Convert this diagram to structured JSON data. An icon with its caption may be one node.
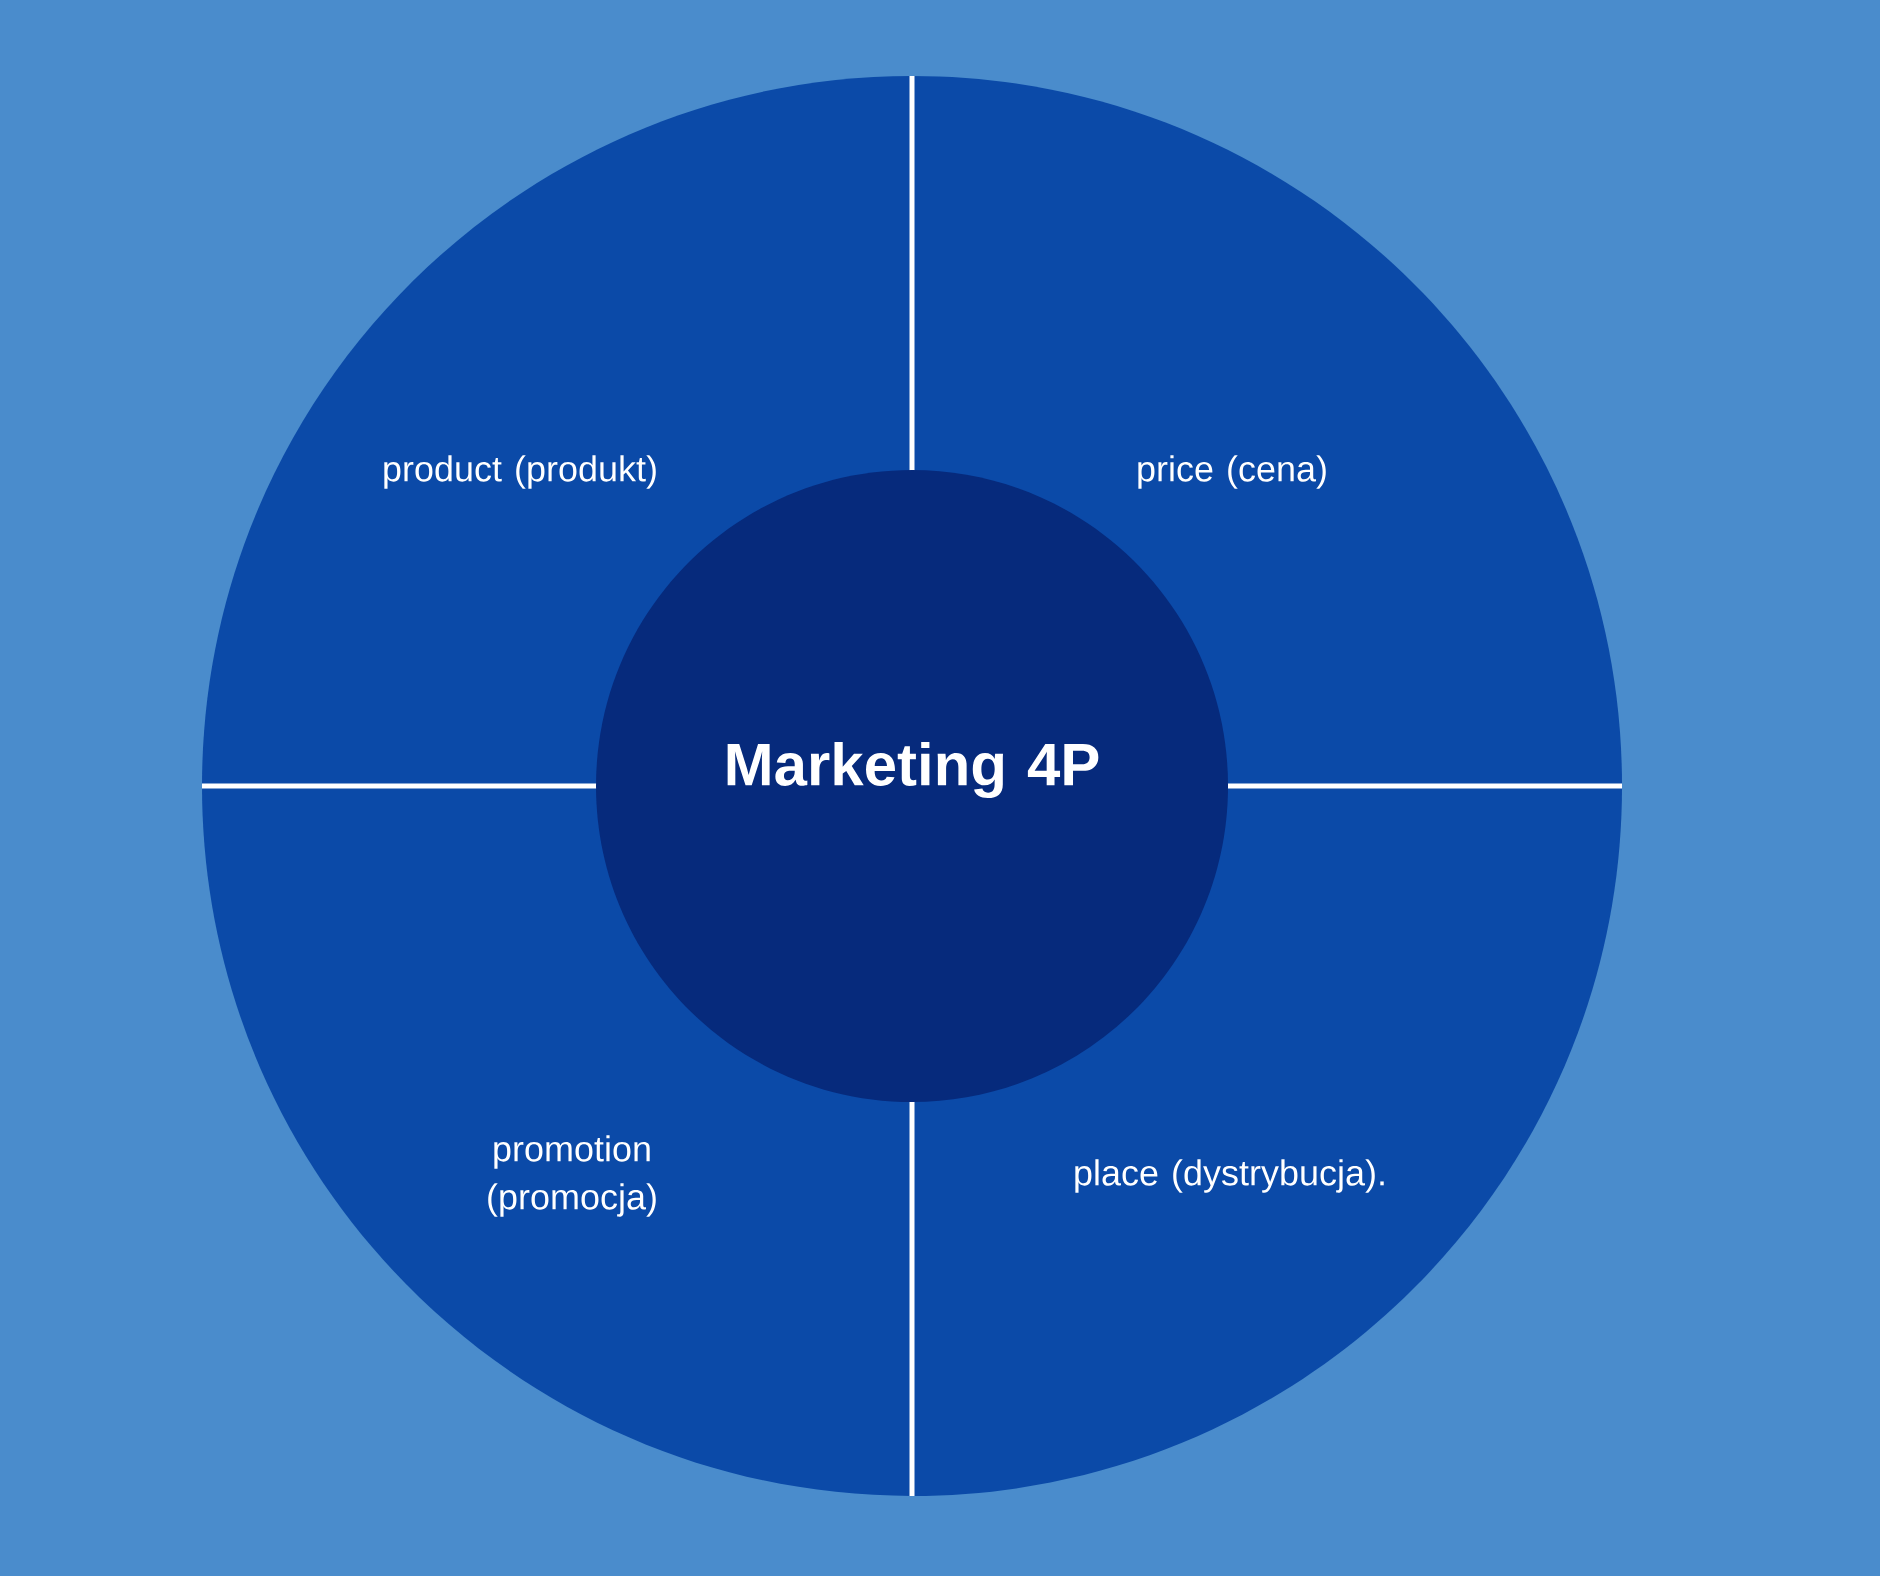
{
  "diagram": {
    "nodes": [
      {
        "text": [
          "product (produkt)"
        ]
      },
      {
        "text": [
          "price (cena)"
        ]
      },
      {
        "text": [
          "Marketing 4P"
        ]
      },
      {
        "text": [
          "promotion (promocja)"
        ]
      },
      {
        "text": [
          "place (dystrybucja)."
        ]
      }
    ]
  }
}
